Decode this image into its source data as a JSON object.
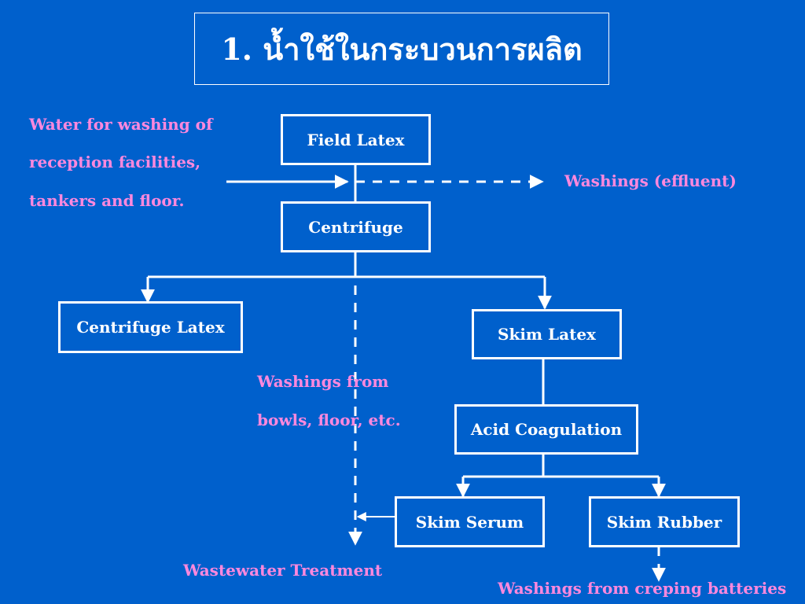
{
  "title": "1. น้ำใช้ในกระบวนการผลิต",
  "nodes": {
    "field_latex": "Field Latex",
    "centrifuge": "Centrifuge",
    "centrifuge_latex": "Centrifuge Latex",
    "skim_latex": "Skim Latex",
    "acid_coagulation": "Acid Coagulation",
    "skim_serum": "Skim Serum",
    "skim_rubber": "Skim Rubber"
  },
  "notes": {
    "water_line1": "Water for washing of",
    "water_line2": "reception facilities,",
    "water_line3": "tankers and floor.",
    "washings_effluent": "Washings (effluent)",
    "bowls_line1": "Washings from",
    "bowls_line2": "bowls, floor, etc.",
    "wastewater": "Wastewater Treatment",
    "creping": "Washings from creping batteries"
  },
  "colors": {
    "background": "#0060cc",
    "text": "#ffffff",
    "annotation": "#ff88dd"
  }
}
